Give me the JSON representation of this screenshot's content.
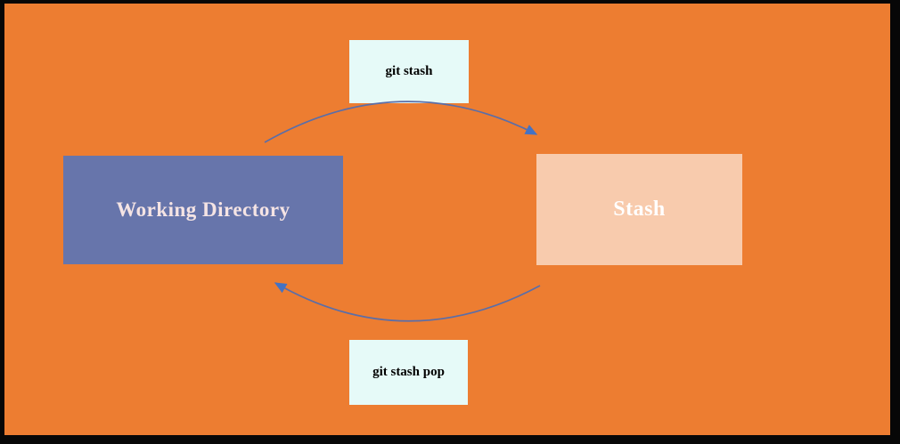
{
  "diagram": {
    "topic": "git stash cycle",
    "background_color": "#ED7D31",
    "frame_color": "#070707",
    "nodes": {
      "working_directory": {
        "label": "Working Directory",
        "fill": "#6775AB",
        "text_color": "#F5E4E4"
      },
      "stash": {
        "label": "Stash",
        "fill": "#F8CBAD",
        "text_color": "#FFFFFF"
      }
    },
    "edges": {
      "stash_edge": {
        "label": "git stash",
        "from": "Working Directory",
        "to": "Stash"
      },
      "pop_edge": {
        "label": "git stash pop",
        "from": "Stash",
        "to": "Working Directory"
      }
    },
    "colors": {
      "edge_label_fill": "#E6FAF8",
      "edge_label_text": "#000000",
      "arrow_line": "#5B6EA8",
      "arrow_head": "#4472C4"
    }
  }
}
